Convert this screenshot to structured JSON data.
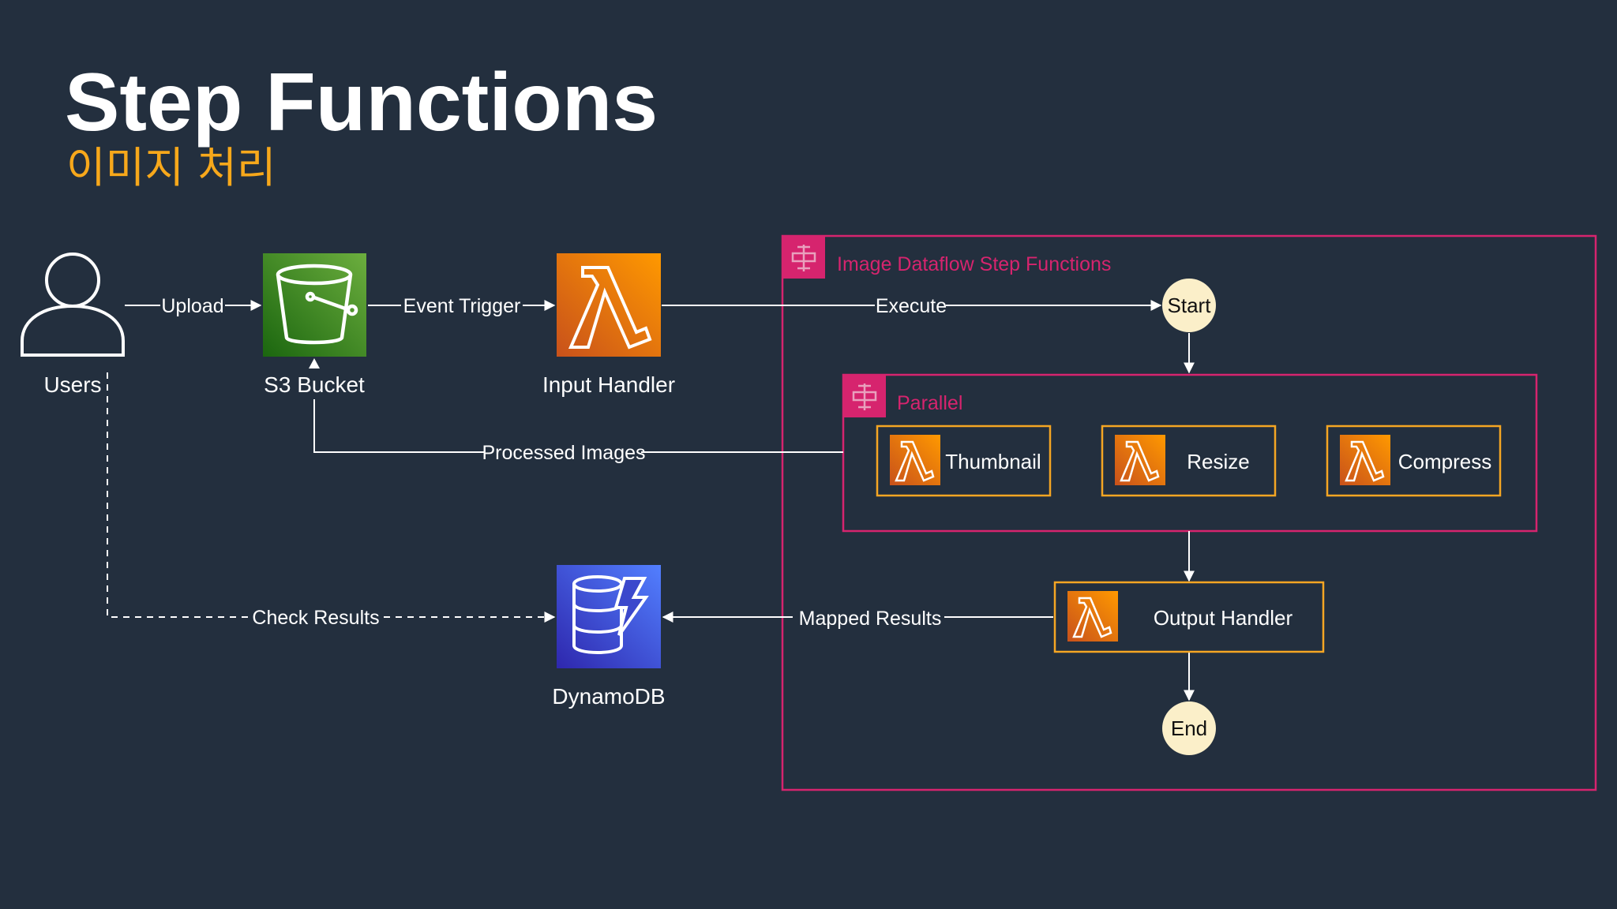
{
  "slide": {
    "title": "Step Functions",
    "subtitle": "이미지 처리"
  },
  "nodes": {
    "users": "Users",
    "s3_bucket": "S3 Bucket",
    "input_handler": "Input Handler",
    "dynamodb": "DynamoDB",
    "start": "Start",
    "end": "End",
    "thumbnail": "Thumbnail",
    "resize": "Resize",
    "compress": "Compress",
    "output_handler": "Output Handler"
  },
  "groups": {
    "step_functions": "Image Dataflow Step Functions",
    "parallel": "Parallel"
  },
  "edges": {
    "upload": "Upload",
    "event_trigger": "Event Trigger",
    "execute": "Execute",
    "processed_images": "Processed Images",
    "check_results": "Check Results",
    "mapped_results": "Mapped Results"
  },
  "colors": {
    "background": "#232f3e",
    "subtitle": "#f7a81b",
    "group_border": "#d6246e",
    "lambda": "#ed7100",
    "s3": "#3f8624",
    "dynamodb": "#3b48cc",
    "node_circle": "#fbefc9",
    "task_border": "#f5a623"
  },
  "icons": {
    "users": "user-icon",
    "s3": "s3-bucket-icon",
    "lambda": "lambda-icon",
    "dynamodb": "dynamodb-icon",
    "step_functions": "step-functions-icon"
  }
}
